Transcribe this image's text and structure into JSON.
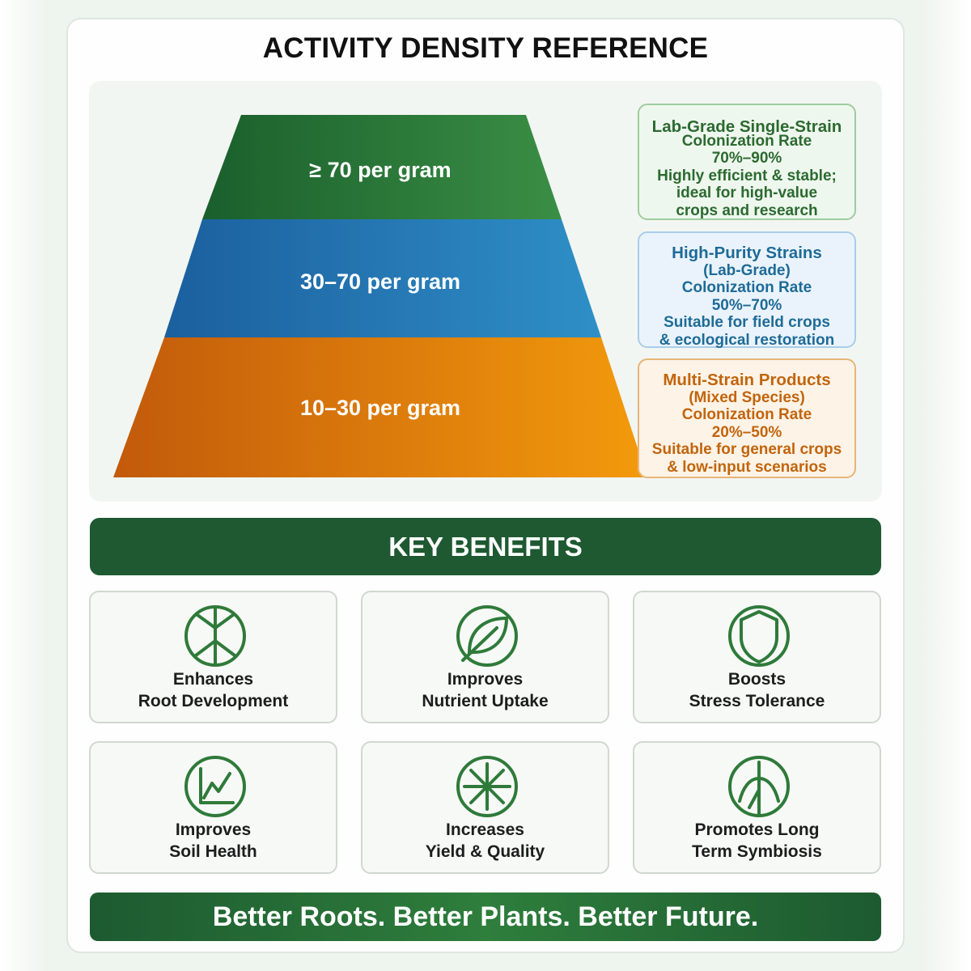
{
  "title": "ACTIVITY DENSITY REFERENCE",
  "pyramid": {
    "tiers": [
      {
        "label": "≥ 70 per gram",
        "color_from": "#1a5f2c",
        "color_to": "#3a8e45"
      },
      {
        "label": "30–70 per gram",
        "color_from": "#1b5f9e",
        "color_to": "#2f8fc7"
      },
      {
        "label": "10–30 per gram",
        "color_from": "#c25a0b",
        "color_to": "#f39a0c"
      }
    ]
  },
  "info_boxes": [
    {
      "title": "Lab-Grade Single-Strain",
      "lines": [
        "Colonization Rate",
        "70%–90%",
        "Highly efficient & stable;",
        "ideal for high-value",
        "crops and research"
      ]
    },
    {
      "title": "High-Purity Strains",
      "lines": [
        "(Lab-Grade)",
        "Colonization Rate",
        "50%–70%",
        "Suitable for field crops",
        "& ecological restoration"
      ]
    },
    {
      "title": "Multi-Strain Products",
      "lines": [
        "(Mixed Species)",
        "Colonization Rate",
        "20%–50%",
        "Suitable for general crops",
        "& low-input scenarios"
      ]
    }
  ],
  "benefits_heading": "KEY BENEFITS",
  "benefits": [
    {
      "icon": "root-icon",
      "line1": "Enhances",
      "line2": "Root Development"
    },
    {
      "icon": "leaf-icon",
      "line1": "Improves",
      "line2": "Nutrient Uptake"
    },
    {
      "icon": "shield-icon",
      "line1": "Boosts",
      "line2": "Stress Tolerance"
    },
    {
      "icon": "growth-chart-icon",
      "line1": "Improves",
      "line2": "Soil Health"
    },
    {
      "icon": "asterisk-yield-icon",
      "line1": "Increases",
      "line2": "Yield & Quality"
    },
    {
      "icon": "symbiosis-icon",
      "line1": "Promotes Long",
      "line2": "Term Symbiosis"
    }
  ],
  "tagline": "Better Roots. Better Plants. Better Future.",
  "colors": {
    "dark_green": "#1e5931",
    "icon_green": "#2f7a3a"
  }
}
